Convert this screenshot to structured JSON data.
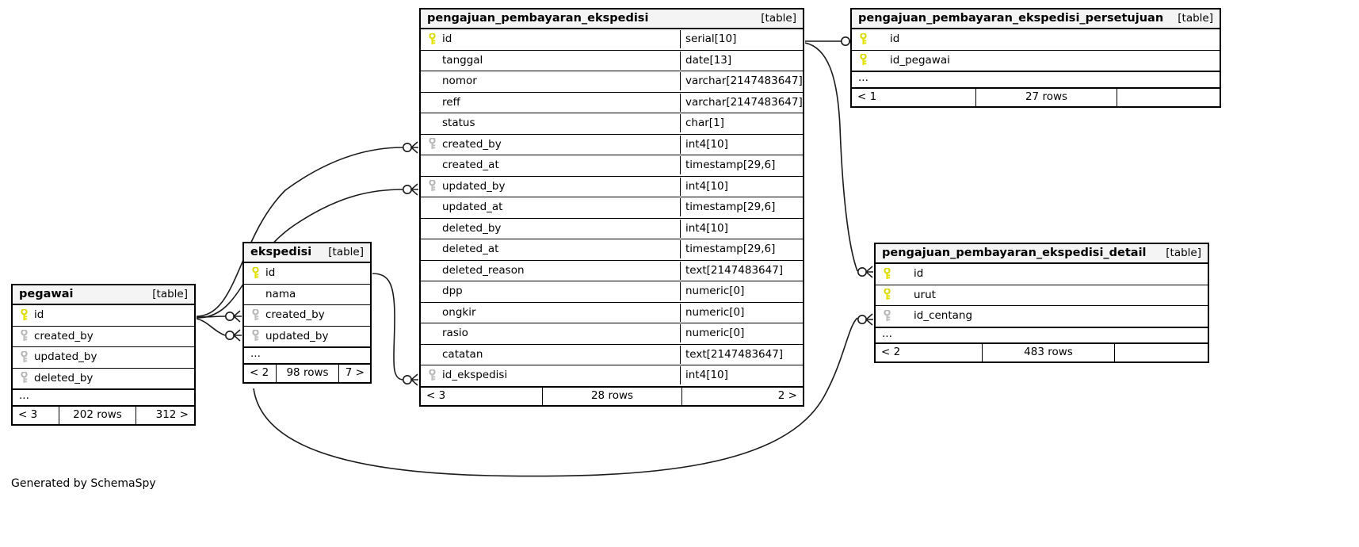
{
  "caption": "Generated by SchemaSpy",
  "labels": {
    "table_tag": "[table]",
    "ellipsis": "...",
    "rows_suffix": "rows"
  },
  "colors": {
    "primary_key": "#e3e300",
    "foreign_key": "#bfbfbf",
    "header_bg": "#f4f4f4",
    "border": "#000000",
    "background": "#ffffff"
  },
  "tables": {
    "pegawai": {
      "name": "pegawai",
      "tag": "[table]",
      "columns": [
        {
          "name": "id",
          "key": "primary"
        },
        {
          "name": "created_by",
          "key": "foreign"
        },
        {
          "name": "updated_by",
          "key": "foreign"
        },
        {
          "name": "deleted_by",
          "key": "foreign"
        }
      ],
      "ellipsis": "...",
      "footer": {
        "left": "< 3",
        "center": "202 rows",
        "right": "312 >"
      }
    },
    "ekspedisi": {
      "name": "ekspedisi",
      "tag": "[table]",
      "columns": [
        {
          "name": "id",
          "key": "primary"
        },
        {
          "name": "nama",
          "key": "none"
        },
        {
          "name": "created_by",
          "key": "foreign"
        },
        {
          "name": "updated_by",
          "key": "foreign"
        }
      ],
      "ellipsis": "...",
      "footer": {
        "left": "< 2",
        "center": "98 rows",
        "right": "7 >"
      }
    },
    "pengajuan_pembayaran_ekspedisi": {
      "name": "pengajuan_pembayaran_ekspedisi",
      "tag": "[table]",
      "columns": [
        {
          "name": "id",
          "type": "serial[10]",
          "key": "primary"
        },
        {
          "name": "tanggal",
          "type": "date[13]",
          "key": "none"
        },
        {
          "name": "nomor",
          "type": "varchar[2147483647]",
          "key": "none"
        },
        {
          "name": "reff",
          "type": "varchar[2147483647]",
          "key": "none"
        },
        {
          "name": "status",
          "type": "char[1]",
          "key": "none"
        },
        {
          "name": "created_by",
          "type": "int4[10]",
          "key": "foreign"
        },
        {
          "name": "created_at",
          "type": "timestamp[29,6]",
          "key": "none"
        },
        {
          "name": "updated_by",
          "type": "int4[10]",
          "key": "foreign"
        },
        {
          "name": "updated_at",
          "type": "timestamp[29,6]",
          "key": "none"
        },
        {
          "name": "deleted_by",
          "type": "int4[10]",
          "key": "none"
        },
        {
          "name": "deleted_at",
          "type": "timestamp[29,6]",
          "key": "none"
        },
        {
          "name": "deleted_reason",
          "type": "text[2147483647]",
          "key": "none"
        },
        {
          "name": "dpp",
          "type": "numeric[0]",
          "key": "none"
        },
        {
          "name": "ongkir",
          "type": "numeric[0]",
          "key": "none"
        },
        {
          "name": "rasio",
          "type": "numeric[0]",
          "key": "none"
        },
        {
          "name": "catatan",
          "type": "text[2147483647]",
          "key": "none"
        },
        {
          "name": "id_ekspedisi",
          "type": "int4[10]",
          "key": "foreign"
        }
      ],
      "footer": {
        "left": "< 3",
        "center": "28 rows",
        "right": "2 >"
      }
    },
    "pengajuan_pembayaran_ekspedisi_persetujuan": {
      "name": "pengajuan_pembayaran_ekspedisi_persetujuan",
      "tag": "[table]",
      "columns": [
        {
          "name": "id",
          "key": "primary"
        },
        {
          "name": "id_pegawai",
          "key": "primary"
        }
      ],
      "ellipsis": "...",
      "footer": {
        "left": "< 1",
        "center": "27 rows",
        "right": ""
      }
    },
    "pengajuan_pembayaran_ekspedisi_detail": {
      "name": "pengajuan_pembayaran_ekspedisi_detail",
      "tag": "[table]",
      "columns": [
        {
          "name": "id",
          "key": "primary"
        },
        {
          "name": "urut",
          "key": "primary"
        },
        {
          "name": "id_centang",
          "key": "foreign"
        }
      ],
      "ellipsis": "...",
      "footer": {
        "left": "< 2",
        "center": "483 rows",
        "right": ""
      }
    }
  }
}
